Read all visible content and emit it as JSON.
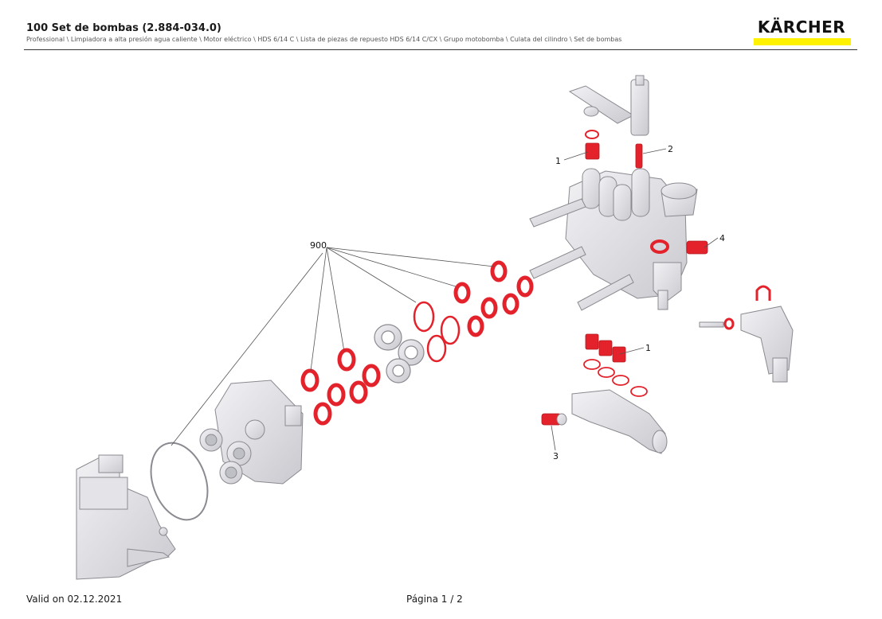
{
  "header": {
    "title": "100 Set de bombas (2.884-034.0)",
    "breadcrumb": "Professional \\ Limpiadora a alta presión agua caliente \\ Motor eléctrico \\ HDS 6/14 C \\ Lista de piezas de repuesto HDS 6/14 C/CX \\ Grupo motobomba \\ Culata del cilindro \\ Set de bombas",
    "logo_text": "KÄRCHER"
  },
  "diagram": {
    "callouts": {
      "c1_top": "1",
      "c2": "2",
      "c4": "4",
      "c900": "900",
      "c1_mid": "1",
      "c3": "3"
    },
    "colors": {
      "seal_red": "#e3222b",
      "part_gray": "#d9d9de",
      "outline": "#8a8a90"
    }
  },
  "footer": {
    "valid": "Valid on 02.12.2021",
    "page": "Página 1 / 2"
  }
}
